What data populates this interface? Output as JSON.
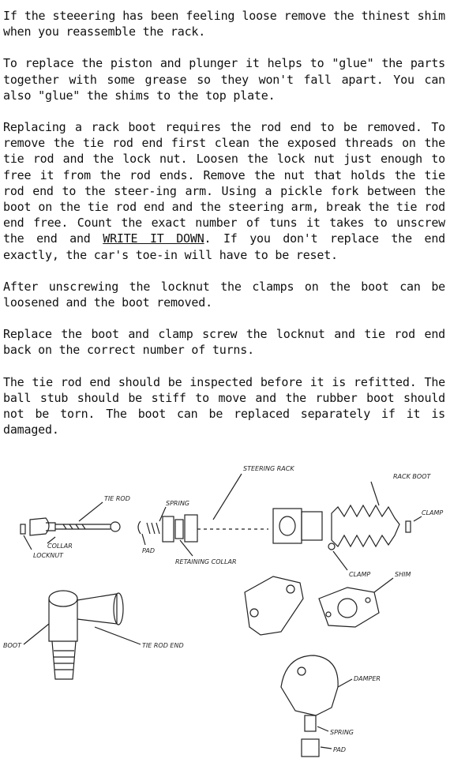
{
  "paragraphs": [
    {
      "text": "If the steeering has been feeling loose remove the thinest shim when you reassemble the rack."
    },
    {
      "text": "To replace the piston and plunger it helps to \"glue\" the parts together with some grease so they won't fall apart. You can also \"glue\" the shims to the top plate."
    },
    {
      "before": "Replacing a rack boot requires the rod end to be removed. To remove the tie rod end first clean the exposed threads on the tie rod and the lock nut. Loosen the lock nut just enough to free it from the rod ends. Remove the nut that holds the tie rod end to the steer-ing arm. Using a pickle fork between the boot on the tie rod end and the steering arm, break the tie rod end free. Count the exact number of tuns it takes to unscrew the end and ",
      "underline": "WRITE IT DOWN",
      "after": ". If you don't replace the end exactly, the car's toe-in will have to be reset."
    },
    {
      "text": "After unscrewing the locknut the clamps on the boot can be loosened and the boot removed."
    },
    {
      "text": "Replace the boot and clamp screw the locknut and tie rod end back on the correct number of turns."
    },
    {
      "text": "The tie rod end should be inspected before it is refitted. The ball stub should be stiff to move and the rubber boot should not be torn. The boot can be replaced separately if it is damaged."
    }
  ],
  "diagram_labels": {
    "steering_rack": "STEERING RACK",
    "rack_boot": "RACK BOOT",
    "clamp_top": "CLAMP",
    "tie_rod": "TIE ROD",
    "spring_top": "SPRING",
    "collar": "COLLAR",
    "locknut": "LOCKNUT",
    "pad_top": "PAD",
    "retaining_collar": "RETAINING COLLAR",
    "clamp_bottom": "CLAMP",
    "shim": "SHIM",
    "boot": "BOOT",
    "tie_rod_end": "TIE ROD END",
    "damper": "DAMPER",
    "spring_bottom": "SPRING",
    "pad_bottom": "PAD"
  }
}
